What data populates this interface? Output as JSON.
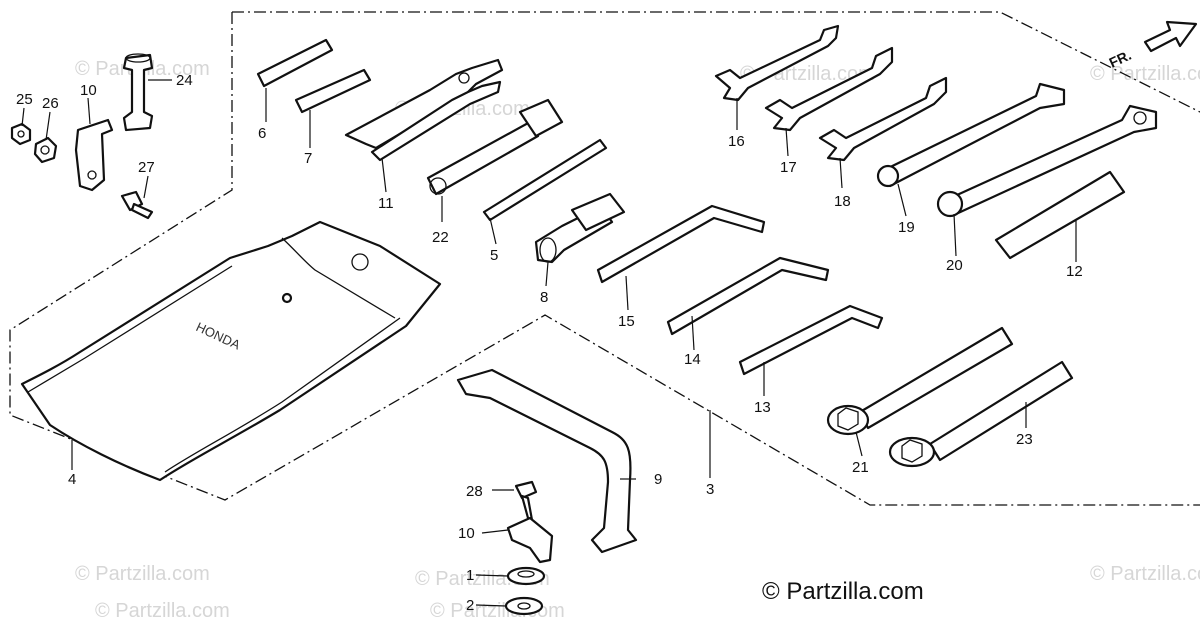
{
  "watermark": "© Partzilla.com",
  "copyright": "© Partzilla.com",
  "pouch_logo": "HONDA",
  "direction_label": "FR.",
  "callouts": {
    "c1": "1",
    "c2": "2",
    "c3": "3",
    "c4": "4",
    "c5": "5",
    "c6": "6",
    "c7": "7",
    "c8": "8",
    "c9": "9",
    "c10a": "10",
    "c10b": "10",
    "c11": "11",
    "c12": "12",
    "c13": "13",
    "c14": "14",
    "c15": "15",
    "c16": "16",
    "c17": "17",
    "c18": "18",
    "c19": "19",
    "c20": "20",
    "c21": "21",
    "c22": "22",
    "c23": "23",
    "c24": "24",
    "c25": "25",
    "c26": "26",
    "c27": "27",
    "c28": "28"
  }
}
